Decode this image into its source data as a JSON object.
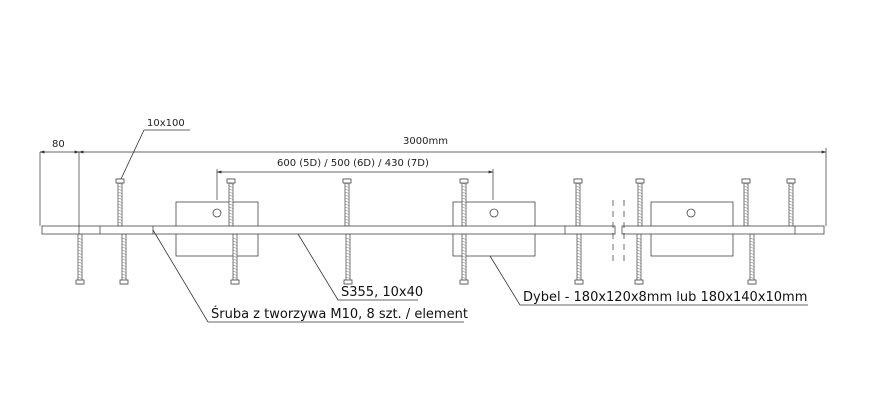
{
  "dimensions": {
    "overhang": "80",
    "total_length": "3000mm",
    "dowel_spacing": "600 (5D) / 500 (6D) / 430 (7D)",
    "bolt_section": "10x100"
  },
  "callouts": {
    "steel_bar": "S355, 10x40",
    "plastic_bolt": "Śruba z tworzywa  M10, 8 szt. / element",
    "dowel": "Dybel -  180x120x8mm lub 180x140x10mm"
  },
  "colors": {
    "line": "#333333",
    "background": "#ffffff"
  }
}
